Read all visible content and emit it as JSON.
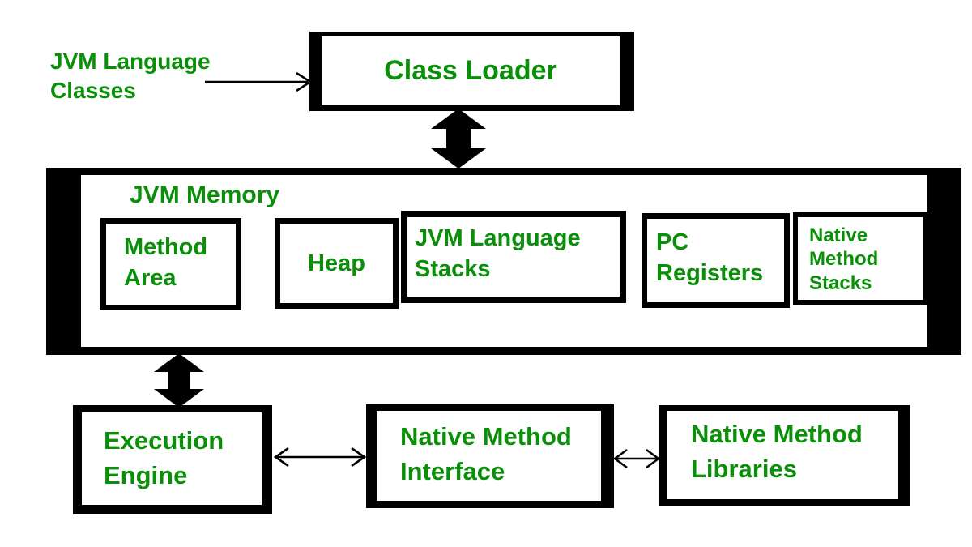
{
  "colors": {
    "text_green": "#0a9008",
    "box_border": "#000000",
    "background": "#ffffff"
  },
  "labels": {
    "jvm_language_classes": {
      "lines": [
        "JVM Language",
        "Classes"
      ]
    },
    "class_loader": "Class Loader",
    "jvm_memory": "JVM Memory",
    "method_area": {
      "lines": [
        "Method",
        "Area"
      ]
    },
    "heap": "Heap",
    "jvm_language_stacks": {
      "lines": [
        "JVM Language",
        "Stacks"
      ]
    },
    "pc_registers": {
      "lines": [
        "PC",
        "Registers"
      ]
    },
    "native_method_stacks": {
      "lines": [
        "Native",
        "Method",
        "Stacks"
      ]
    },
    "execution_engine": {
      "lines": [
        "Execution",
        "Engine"
      ]
    },
    "native_method_interface": {
      "lines": [
        "Native Method",
        "Interface"
      ]
    },
    "native_method_libraries": {
      "lines": [
        "Native Method",
        "Libraries"
      ]
    }
  },
  "connections": [
    {
      "from": "JVM Language Classes",
      "to": "Class Loader",
      "style": "thin-single-arrow"
    },
    {
      "from": "Class Loader",
      "to": "JVM Memory",
      "style": "thick-double-arrow"
    },
    {
      "from": "JVM Memory",
      "to": "Execution Engine",
      "style": "thick-double-arrow"
    },
    {
      "from": "Execution Engine",
      "to": "Native Method Interface",
      "style": "thin-double-arrow"
    },
    {
      "from": "Native Method Interface",
      "to": "Native Method Libraries",
      "style": "thin-double-arrow"
    }
  ]
}
